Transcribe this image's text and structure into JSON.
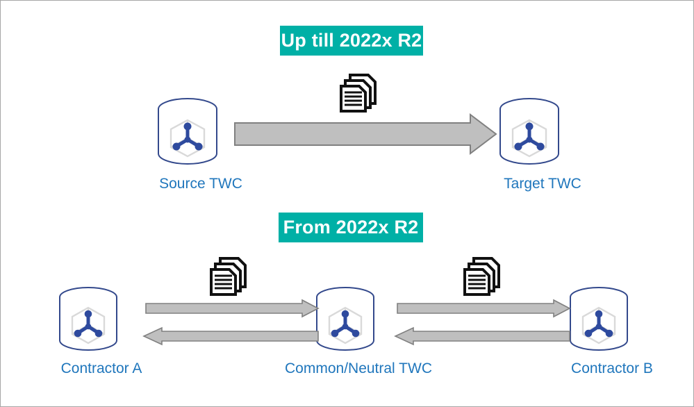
{
  "diagram": {
    "title_visible": false,
    "background_color": "#FFFFFF",
    "border_color": "#A6A6A6",
    "accent_teal": "#00B0A6",
    "label_blue": "#1F76BC",
    "db_outline_blue": "#33498C",
    "arrow_fill": "#BFBFBF",
    "arrow_stroke": "#808080",
    "doc_color": "#1A1A1A"
  },
  "sections": [
    {
      "id": "up-till",
      "banner_label": "Up till 2022x R2",
      "nodes": [
        {
          "id": "source-twc",
          "label": "Source TWC",
          "icon": "database-cylinder-icon"
        },
        {
          "id": "target-twc",
          "label": "Target TWC",
          "icon": "database-cylinder-icon"
        }
      ],
      "flows": [
        {
          "id": "source-to-target",
          "direction": "right",
          "style": "block-arrow",
          "payload_icon": "documents-stack-icon"
        }
      ]
    },
    {
      "id": "from",
      "banner_label": "From 2022x R2",
      "nodes": [
        {
          "id": "contractor-a",
          "label": "Contractor A",
          "icon": "database-cylinder-icon"
        },
        {
          "id": "common-neutral-twc",
          "label": "Common/Neutral TWC",
          "icon": "database-cylinder-icon"
        },
        {
          "id": "contractor-b",
          "label": "Contractor B",
          "icon": "database-cylinder-icon"
        }
      ],
      "flows": [
        {
          "id": "a-to-common",
          "direction": "right",
          "style": "thin-arrow",
          "payload_icon": "documents-stack-icon"
        },
        {
          "id": "common-to-a",
          "direction": "left",
          "style": "thin-arrow"
        },
        {
          "id": "common-to-b",
          "direction": "right",
          "style": "thin-arrow",
          "payload_icon": "documents-stack-icon"
        },
        {
          "id": "b-to-common",
          "direction": "left",
          "style": "thin-arrow"
        }
      ]
    }
  ]
}
